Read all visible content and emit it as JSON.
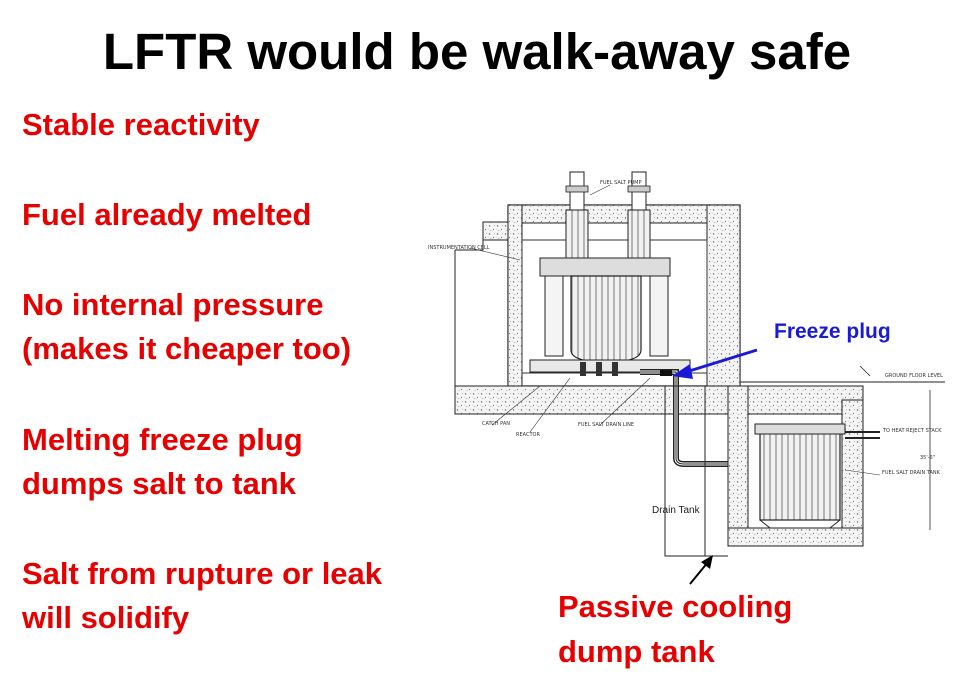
{
  "title": "LFTR would be walk-away safe",
  "bullets": {
    "b1": [
      "Stable reactivity"
    ],
    "b2": [
      "Fuel already melted"
    ],
    "b3": [
      "No internal pressure",
      "(makes it cheaper too)"
    ],
    "b4": [
      "Melting freeze plug",
      "dumps salt to tank"
    ],
    "b5": [
      "Salt from rupture or leak",
      "will solidify"
    ]
  },
  "callout": [
    "Passive cooling",
    "dump tank"
  ],
  "diagram": {
    "freeze_plug_label": "Freeze plug",
    "drain_tank_label": "Drain Tank",
    "small_labels": {
      "fuel_salt_pump": "FUEL SALT PUMP",
      "instrumentation_cell": "INSTRUMENTATION CELL",
      "catch_pan": "CATCH PAN",
      "reactor": "REACTOR",
      "fuel_salt_drain_line": "FUEL SALT DRAIN LINE",
      "ground_floor_level": "GROUND FLOOR LEVEL",
      "to_heat_reject_stack": "TO HEAT REJECT STACK",
      "fuel_salt_drain_tank": "FUEL SALT DRAIN TANK",
      "dimension": "35'-6\""
    }
  },
  "colors": {
    "title": "#000000",
    "bullet_text": "#e60000",
    "freeze_label": "#1a1ad6",
    "arrow": "#1a1ad6"
  }
}
